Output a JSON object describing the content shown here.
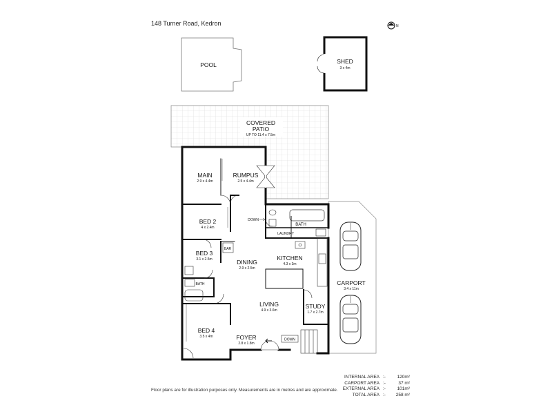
{
  "header": {
    "address": "148 Turner Road, Kedron"
  },
  "compass": {
    "icon": "north-arrow-icon",
    "letter": "N"
  },
  "outbuildings": {
    "pool": {
      "label": "POOL"
    },
    "shed": {
      "label": "SHED",
      "dims": "3 x 4m"
    }
  },
  "rooms": {
    "covered_patio": {
      "label_line1": "COVERED",
      "label_line2": "PATIO",
      "dims": "UP TO 11.4 x 7.5m"
    },
    "main": {
      "label": "MAIN",
      "dims": "2.9 x 4.4m"
    },
    "rumpus": {
      "label": "RUMPUS",
      "dims": "2.5 x 4.4m"
    },
    "bed2": {
      "label": "BED 2",
      "dims": "4 x 2.4m"
    },
    "bath_upper": {
      "label": "BATH"
    },
    "laundry": {
      "label": "LAUNDRY"
    },
    "down_small": {
      "label": "DOWN"
    },
    "bar": {
      "label": "BAR"
    },
    "bed3": {
      "label": "BED 3",
      "dims": "3.1 x 2.5m"
    },
    "dining": {
      "label": "DINING",
      "dims": "2.9 x 2.5m"
    },
    "kitchen": {
      "label": "KITCHEN",
      "dims": "4.3 x 3m"
    },
    "bath_lower": {
      "label": "BATH"
    },
    "living": {
      "label": "LIVING",
      "dims": "4.9 x 3.6m"
    },
    "study": {
      "label": "STUDY",
      "dims": "1.7 x 2.7m"
    },
    "bed4": {
      "label": "BED 4",
      "dims": "3.5 x 4m"
    },
    "foyer": {
      "label": "FOYER",
      "dims": "2.8 x 1.8m"
    },
    "down_stairs": {
      "label": "DOWN"
    },
    "carport": {
      "label": "CARPORT",
      "dims": "3.4 x 11m"
    }
  },
  "areas": [
    {
      "name": "INTERNAL AREA",
      "sep": ":-",
      "value": "120m²"
    },
    {
      "name": "CARPORT AREA",
      "sep": ":-",
      "value": "37 m²"
    },
    {
      "name": "EXTERNAL AREA",
      "sep": ":-",
      "value": "101m²"
    },
    {
      "name": "TOTAL AREA",
      "sep": ":-",
      "value": "258 m²"
    }
  ],
  "footer": {
    "disclaimer": "Floor plans are for illustration purposes only. Measurements are in metres and are approximate."
  },
  "colors": {
    "wall": "#111111",
    "tile": "#d9d9d9",
    "outline": "#555555"
  }
}
